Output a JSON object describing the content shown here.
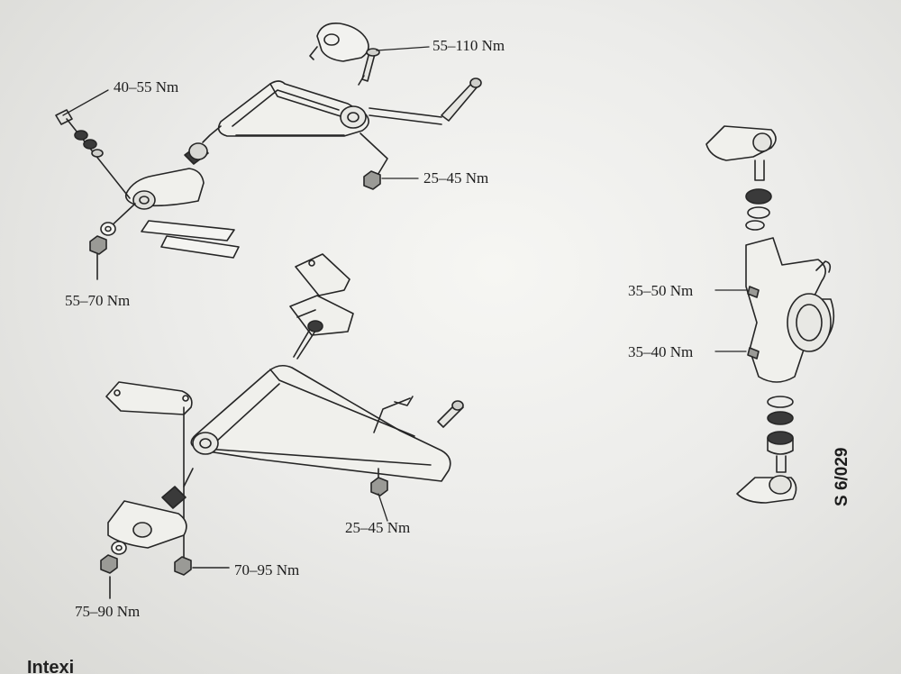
{
  "labels": {
    "upper_outer_bolt": "55–110 Nm",
    "upper_inner_bolt": "40–55 Nm",
    "upper_ball_nut": "25–45 Nm",
    "upper_bracket_nut": "55–70 Nm",
    "knuckle_upper": "35–50 Nm",
    "knuckle_lower": "35–40 Nm",
    "lower_ball_nut": "25–45 Nm",
    "lower_bracket_nut": "70–95 Nm",
    "lower_bushing_nut": "75–90 Nm"
  },
  "figure_code": "S 6/029",
  "cut_off_text": "Intexi"
}
